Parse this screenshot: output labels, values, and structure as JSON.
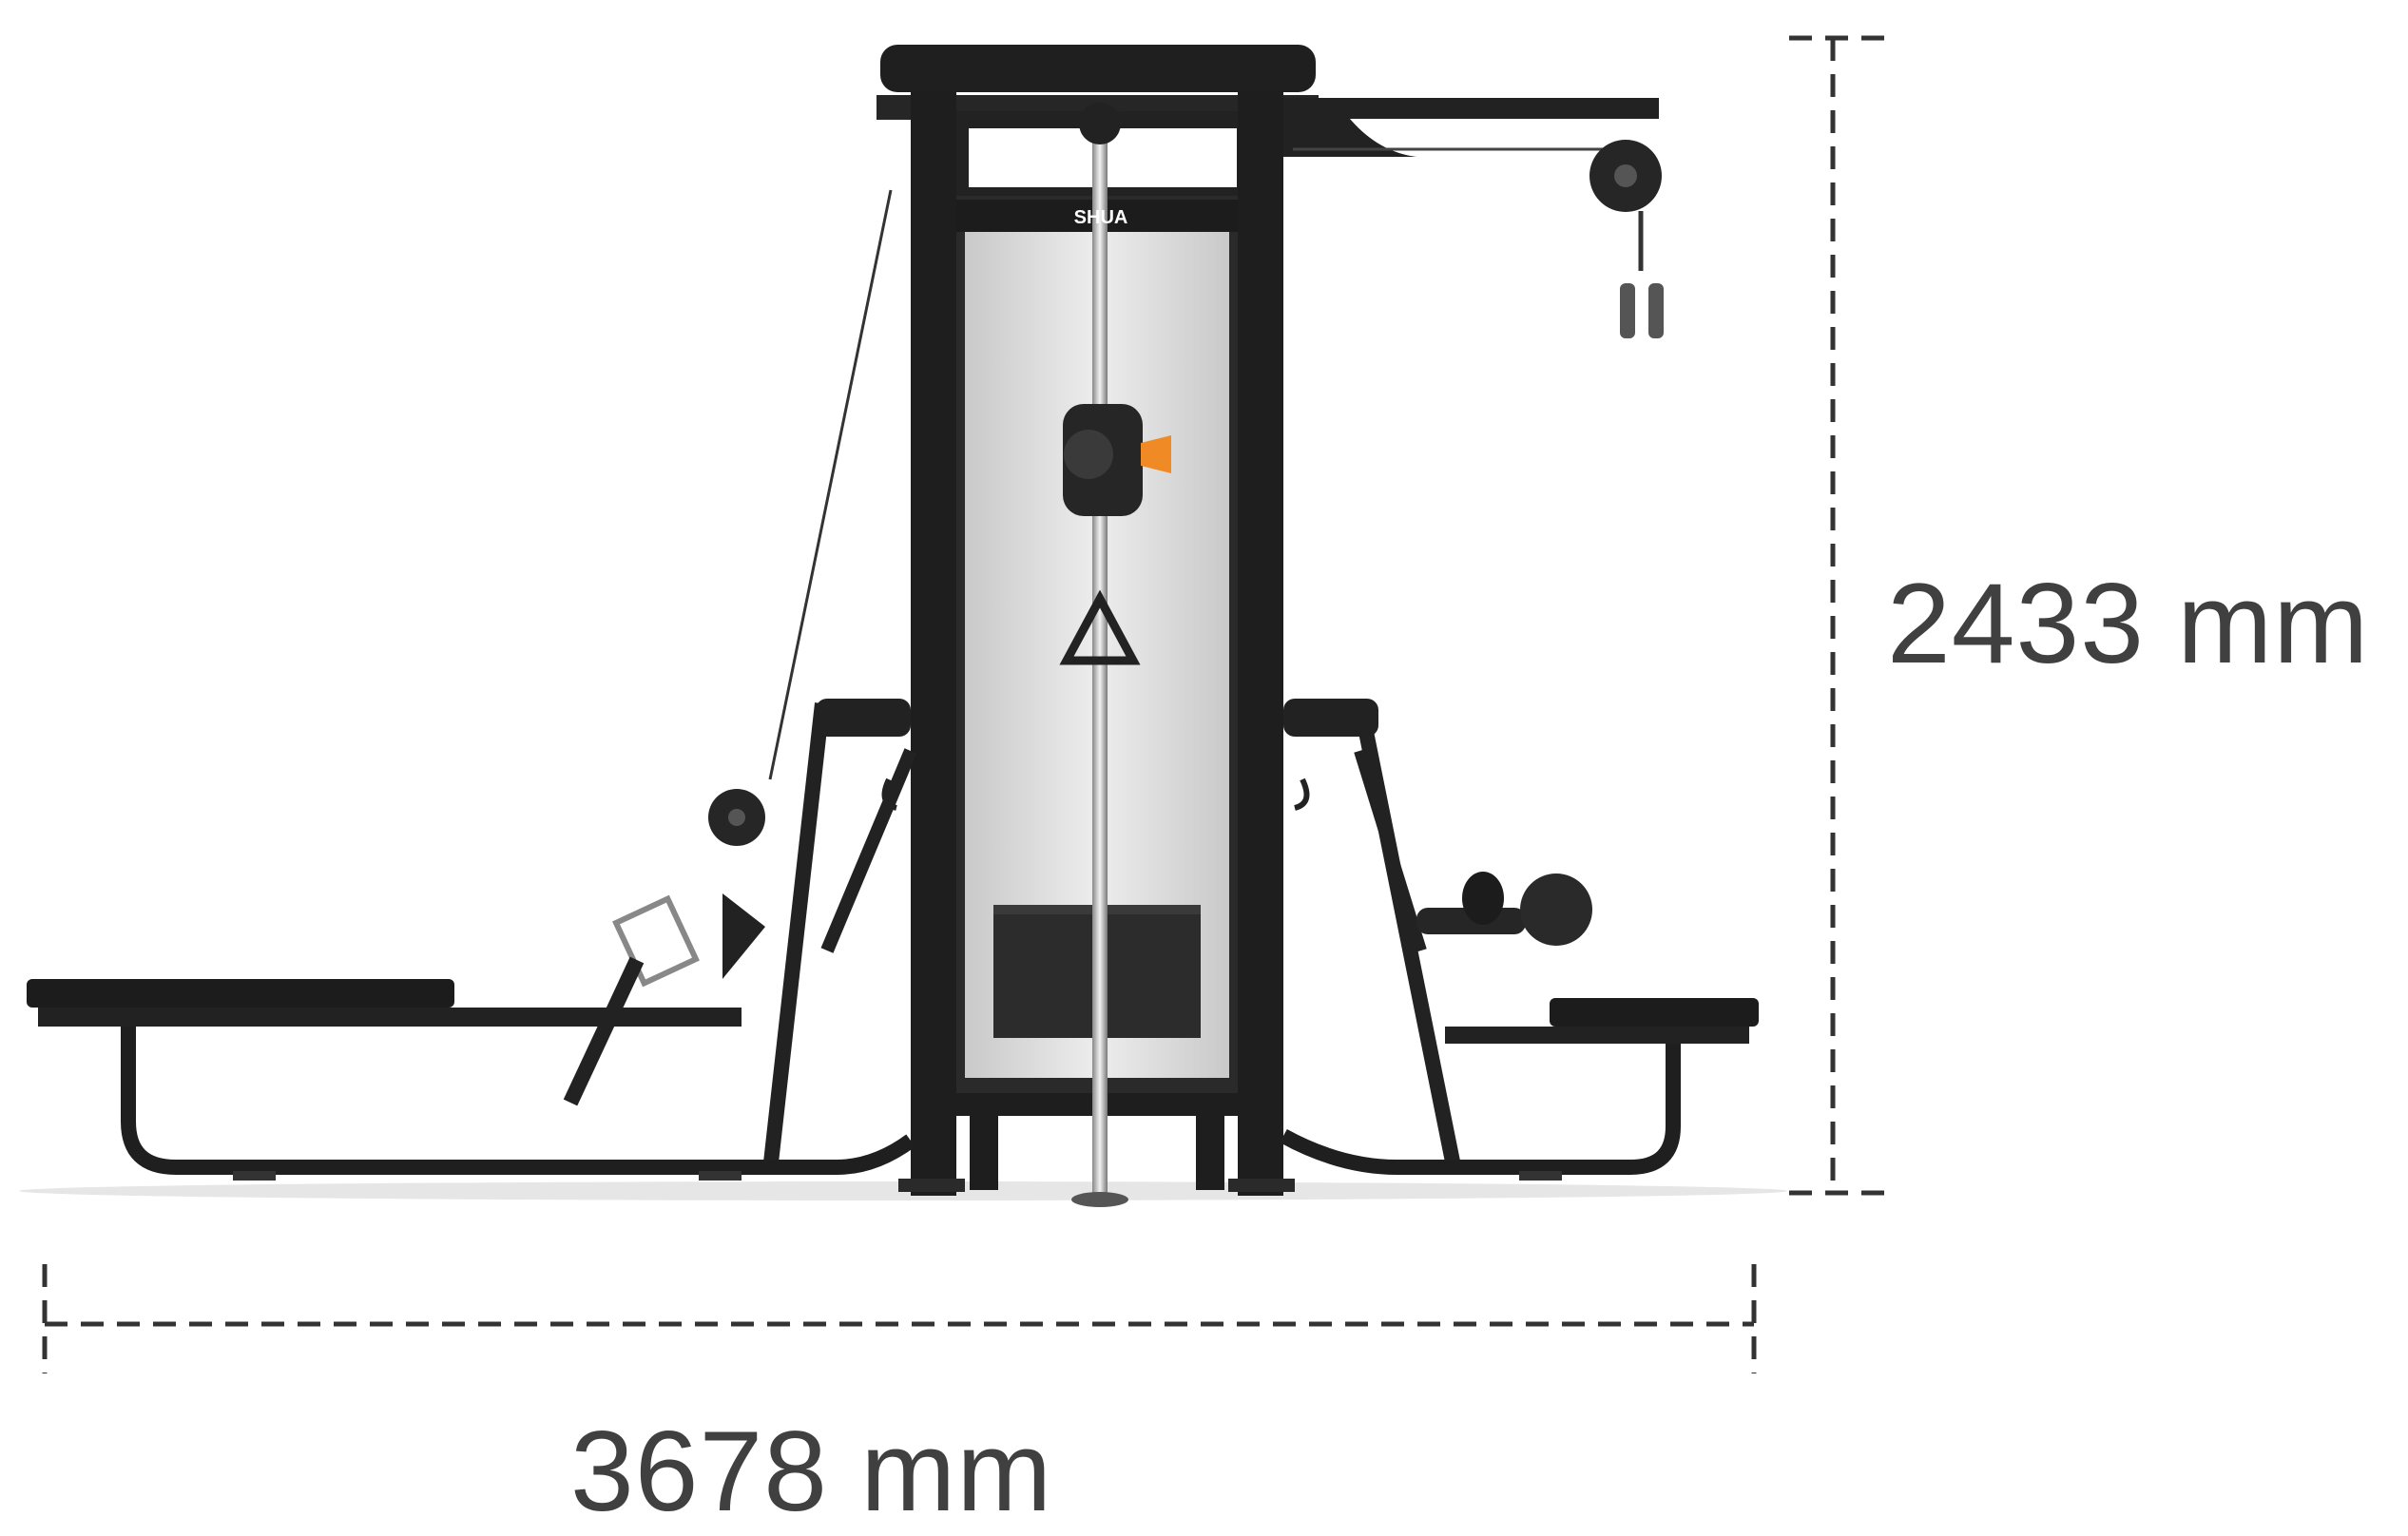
{
  "dimensions": {
    "height": "2433 mm",
    "width": "3678 mm"
  },
  "brand": {
    "logo_text": "SHUA"
  },
  "colors": {
    "frame": "#1e1e1e",
    "panel": "#d6d6d6",
    "accent": "#f08a24",
    "dimension_line": "#333333",
    "label": "#404040"
  }
}
